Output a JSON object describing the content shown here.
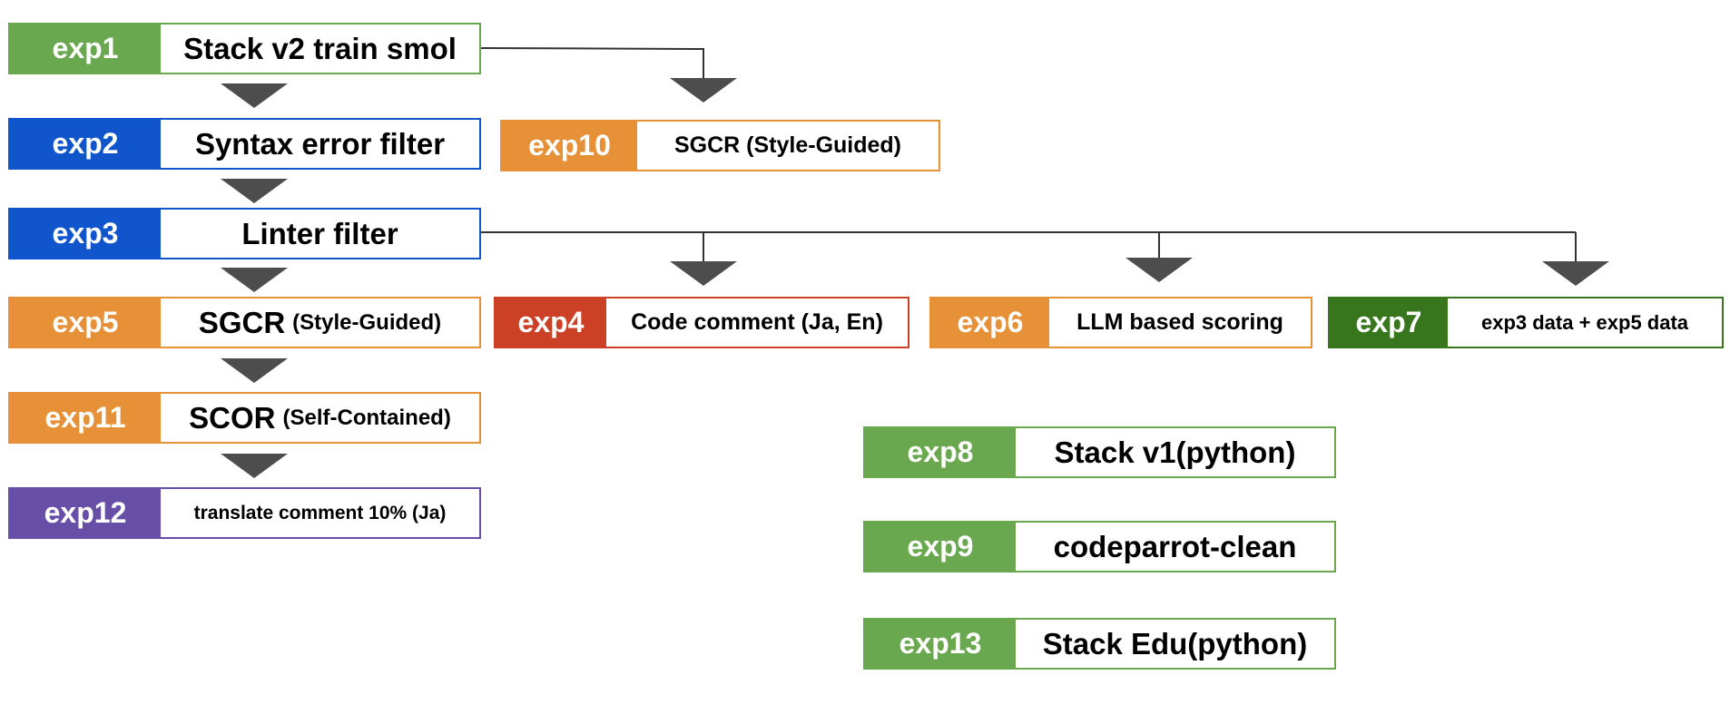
{
  "colors": {
    "green": "#6aa84f",
    "blue": "#1155cc",
    "orange": "#e69138",
    "red": "#cc4125",
    "dark_green": "#38761d",
    "purple": "#674ea7",
    "arrow": "#4d4d4d"
  },
  "nodes": {
    "exp1": {
      "tag": "exp1",
      "label": "Stack v2 train smol",
      "sub": ""
    },
    "exp2": {
      "tag": "exp2",
      "label": "Syntax error filter",
      "sub": ""
    },
    "exp3": {
      "tag": "exp3",
      "label": "Linter filter",
      "sub": ""
    },
    "exp5": {
      "tag": "exp5",
      "label": "SGCR",
      "sub": "(Style-Guided)"
    },
    "exp11": {
      "tag": "exp11",
      "label": "SCOR",
      "sub": "(Self-Contained)"
    },
    "exp12": {
      "tag": "exp12",
      "label": "translate comment 10% (Ja)",
      "sub": ""
    },
    "exp10": {
      "tag": "exp10",
      "label": "SGCR (Style-Guided)",
      "sub": ""
    },
    "exp4": {
      "tag": "exp4",
      "label": "Code comment (Ja, En)",
      "sub": ""
    },
    "exp6": {
      "tag": "exp6",
      "label": "LLM based scoring",
      "sub": ""
    },
    "exp7": {
      "tag": "exp7",
      "label": "exp3 data + exp5 data",
      "sub": ""
    },
    "exp8": {
      "tag": "exp8",
      "label": "Stack v1(python)",
      "sub": ""
    },
    "exp9": {
      "tag": "exp9",
      "label": "codeparrot-clean",
      "sub": ""
    },
    "exp13": {
      "tag": "exp13",
      "label": "Stack Edu(python)",
      "sub": ""
    }
  },
  "edges": [
    {
      "from": "exp1",
      "to": "exp2"
    },
    {
      "from": "exp2",
      "to": "exp3"
    },
    {
      "from": "exp3",
      "to": "exp5"
    },
    {
      "from": "exp5",
      "to": "exp11"
    },
    {
      "from": "exp11",
      "to": "exp12"
    },
    {
      "from": "exp1",
      "to": "exp10"
    },
    {
      "from": "exp3",
      "to": "exp4"
    },
    {
      "from": "exp3",
      "to": "exp6"
    },
    {
      "from": "exp3",
      "to": "exp7"
    }
  ]
}
